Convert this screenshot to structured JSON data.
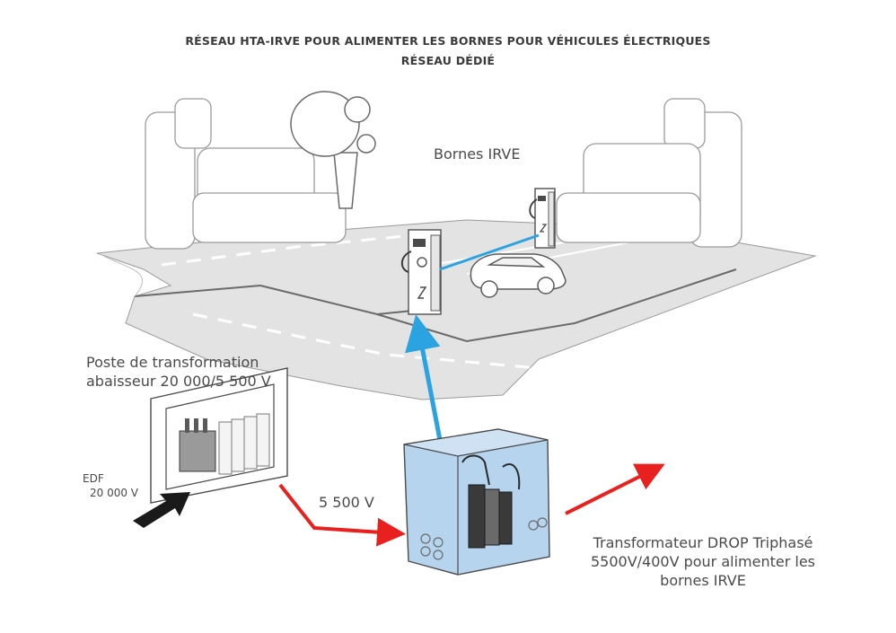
{
  "title": {
    "line1": "RÉSEAU HTA-IRVE POUR ALIMENTER LES BORNES POUR VÉHICULES ÉLECTRIQUES",
    "line2": "RÉSEAU DÉDIÉ"
  },
  "labels": {
    "bornes": "Bornes IRVE",
    "poste_line1": "Poste de transformation",
    "poste_line2": "abaisseur 20 000/5 500 V",
    "edf_line1": "EDF",
    "edf_line2": "20 000 V",
    "voltage": "5 500 V",
    "drop_line1": "Transformateur DROP Triphasé",
    "drop_line2": "5500V/400V pour alimenter les",
    "drop_line3": "bornes IRVE"
  },
  "colors": {
    "feed_arrow": "#e8201e",
    "irve_arrow": "#2aa3e0",
    "ground": "#e3e3e3",
    "outline": "#5a5a5a",
    "drop_box": "#b7d4ef"
  }
}
